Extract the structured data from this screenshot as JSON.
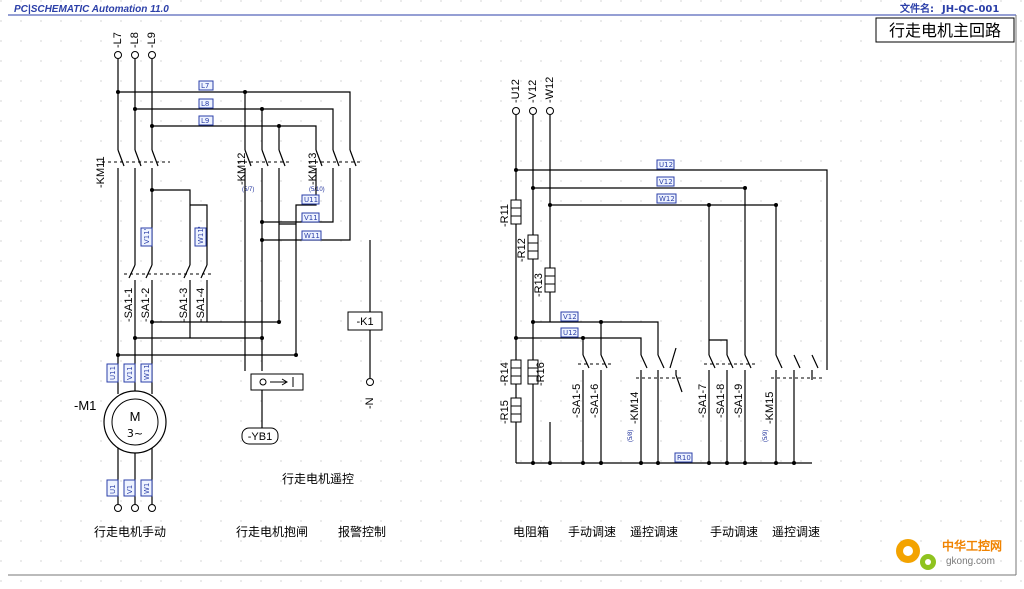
{
  "header": {
    "app_title": "PC|SCHEMATIC Automation 11.0",
    "file_label": "文件名:",
    "file_name": "JH-QC-001",
    "sheet_title": "行走电机主回路"
  },
  "labels": {
    "l7": "-L7",
    "l8": "-L8",
    "l9": "-L9",
    "u12": "-U12",
    "v12": "-V12",
    "w12": "-W12",
    "km11": "-KM11",
    "km12": "-KM12",
    "km13": "-KM13",
    "km14": "-KM14",
    "km15": "-KM15",
    "ref57": "(5/7)",
    "ref510": "(5/10)",
    "ref58": "(5/8)",
    "ref59": "(5/9)",
    "sa11": "-SA1-1",
    "sa12": "-SA1-2",
    "sa13": "-SA1-3",
    "sa14": "-SA1-4",
    "sa15": "-SA1-5",
    "sa16": "-SA1-6",
    "sa17": "-SA1-7",
    "sa18": "-SA1-8",
    "sa19": "-SA1-9",
    "k1": "-K1",
    "n": "-N",
    "m1": "-M1",
    "motor_m": "M",
    "motor_3": "3~",
    "yb1": "-YB1",
    "r11": "-R11",
    "r12": "-R12",
    "r13": "-R13",
    "r14": "-R14",
    "r15": "-R15",
    "r16": "-R16"
  },
  "tags": {
    "L7": "L7",
    "L8": "L8",
    "L9": "L9",
    "U11": "U11",
    "V11": "V11",
    "W11": "W11",
    "V11P": "V11'",
    "W11P": "W11'",
    "U11b": "U11",
    "V11b": "V11",
    "W11b": "W11",
    "U12": "U12",
    "V12": "V12",
    "W12": "W12",
    "U1": "U1",
    "V1": "V1",
    "W1": "W1",
    "V12b": "V12",
    "U12b": "U12",
    "R10": "R10"
  },
  "captions": {
    "manual": "行走电机手动",
    "brake": "行走电机抱闸",
    "alarm": "报警控制",
    "remote": "行走电机遥控",
    "resistor_box": "电阻箱",
    "manual_speed_1": "手动调速",
    "remote_speed_1": "遥控调速",
    "manual_speed_2": "手动调速",
    "remote_speed_2": "遥控调速"
  },
  "watermark": {
    "cn": "中华工控网",
    "url": "gkong.com"
  }
}
